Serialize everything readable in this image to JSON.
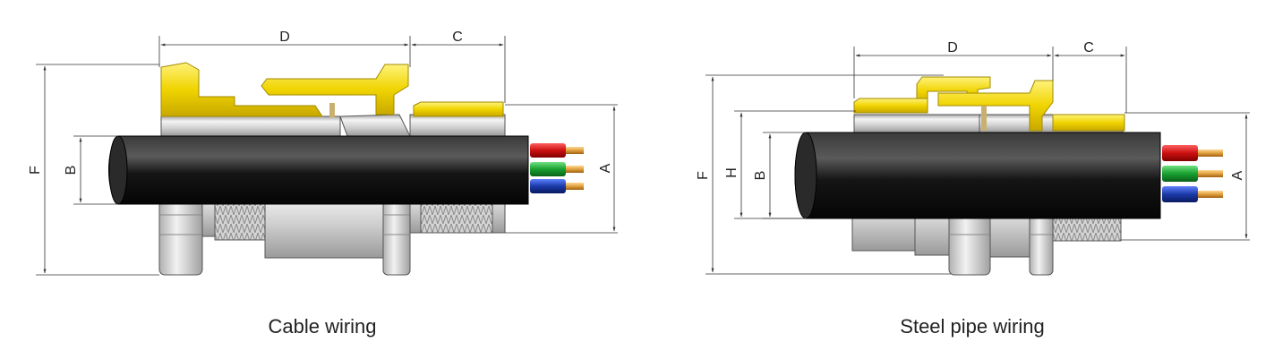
{
  "diagrams": [
    {
      "caption": "Cable wiring",
      "labels": {
        "D": "D",
        "C": "C",
        "F": "F",
        "B": "B",
        "A": "A"
      }
    },
    {
      "caption": "Steel pipe wiring",
      "labels": {
        "D": "D",
        "C": "C",
        "F": "F",
        "H": "H",
        "B": "B",
        "A": "A"
      }
    }
  ],
  "colors": {
    "seal_yellow": "#f0d400",
    "cable_jacket": "#1a1a1a",
    "metal": "#d6d6d6",
    "core_red": "#cc1010",
    "core_green": "#18a030",
    "core_blue": "#1a3aa8",
    "conductor_copper": "#e0a040"
  }
}
